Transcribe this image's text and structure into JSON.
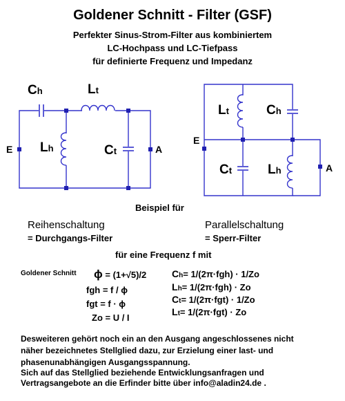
{
  "header": {
    "title": "Goldener Schnitt - Filter  (GSF)",
    "subtitle_lines": [
      "Perfekter Sinus-Strom-Filter aus kombiniertem",
      "LC-Hochpass und LC-Tiefpass",
      "für definierte Frequenz und Impedanz"
    ]
  },
  "circuit_labels": {
    "series": {
      "ch_main": "C",
      "ch_sub": "h",
      "lt_main": "L",
      "lt_sub": "t",
      "lh_main": "L",
      "lh_sub": "h",
      "ct_main": "C",
      "ct_sub": "t",
      "e": "E",
      "a": "A"
    },
    "parallel": {
      "lt_main": "L",
      "lt_sub": "t",
      "ch_main": "C",
      "ch_sub": "h",
      "ct_main": "C",
      "ct_sub": "t",
      "lh_main": "L",
      "lh_sub": "h",
      "e": "E",
      "a": "A"
    }
  },
  "captions": {
    "example": "Beispiel für",
    "series_name": "Reihenschaltung",
    "series_type": "= Durchgangs-Filter",
    "parallel_name": "Parallelschaltung",
    "parallel_type": "= Sperr-Filter",
    "frequency": "für eine Frequenz  f  mit"
  },
  "formulas": {
    "golden_label": "Goldener Schnitt",
    "phi_sym": "ϕ",
    "phi_expr": " = (1+√5)/2",
    "fgh": "fgh = f / ϕ",
    "fgt": "fgt = f · ϕ",
    "zo": "Zo = U / I",
    "ch": "= 1/(2π·fgh)  · 1/Zo",
    "lh": "= 1/(2π·fgh)  ·  Zo",
    "ct": "= 1/(2π·fgt)  · 1/Zo",
    "lt": "= 1/(2π·fgt)  ·  Zo",
    "ch_sym": "C",
    "ch_sub": "h",
    "lh_sym": "L",
    "lh_sub": "h",
    "ct_sym": "C",
    "ct_sub": "t",
    "lt_sym": "L",
    "lt_sub": "t"
  },
  "footer": {
    "lines": [
      "Desweiteren gehört noch ein an den Ausgang angeschlossenes nicht",
      "näher bezeichnetes Stellglied dazu, zur Erzielung einer last- und",
      "phasenunabhängigen Ausgangsspannung.",
      "Sich auf das Stellglied beziehende Entwicklungsanfragen und",
      "Vertragsangebote an die Erfinder bitte über info@aladin24.de   ."
    ]
  },
  "colors": {
    "wire": "#3333cc",
    "node": "#2020b0",
    "text": "#000000"
  }
}
